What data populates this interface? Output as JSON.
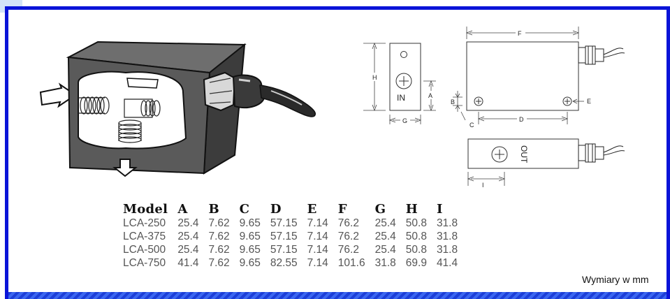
{
  "diagram": {
    "labels": {
      "H": "H",
      "A": "A",
      "B": "B",
      "C": "C",
      "D": "D",
      "E": "E",
      "F": "F",
      "G": "G",
      "I": "I",
      "in": "IN",
      "out": "OUT"
    }
  },
  "table": {
    "headers": [
      "Model",
      "A",
      "B",
      "C",
      "D",
      "E",
      "F",
      "G",
      "H",
      "I"
    ],
    "rows": [
      [
        "LCA-250",
        "25.4",
        "7.62",
        "9.65",
        "57.15",
        "7.14",
        "76.2",
        "25.4",
        "50.8",
        "31.8"
      ],
      [
        "LCA-375",
        "25.4",
        "7.62",
        "9.65",
        "57.15",
        "7.14",
        "76.2",
        "25.4",
        "50.8",
        "31.8"
      ],
      [
        "LCA-500",
        "25.4",
        "7.62",
        "9.65",
        "57.15",
        "7.14",
        "76.2",
        "25.4",
        "50.8",
        "31.8"
      ],
      [
        "LCA-750",
        "41.4",
        "7.62",
        "9.65",
        "82.55",
        "7.14",
        "101.6",
        "31.8",
        "69.9",
        "41.4"
      ]
    ]
  },
  "unit_note": "Wymiary w mm",
  "colors": {
    "frame": "#0a14d8",
    "body": "#5a5a5a",
    "cutaway": "#ffffff"
  }
}
